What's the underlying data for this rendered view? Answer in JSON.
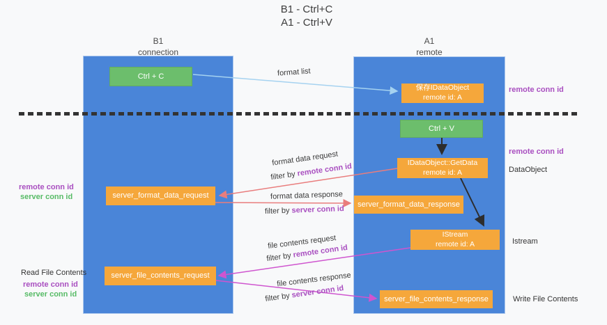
{
  "title": {
    "line1": "B1 - Ctrl+C",
    "line2": "A1 - Ctrl+V"
  },
  "columns": {
    "left": {
      "title": "B1",
      "subtitle": "connection"
    },
    "right": {
      "title": "A1",
      "subtitle": "remote"
    }
  },
  "nodes": {
    "ctrl_c": {
      "label": "Ctrl + C"
    },
    "ctrl_v": {
      "label": "Ctrl + V"
    },
    "save_dataobject": {
      "line1": "保存IDataObject",
      "line2": "remote id: A"
    },
    "getdata": {
      "line1": "IDataObject::GetData",
      "line2": "remote id: A"
    },
    "istream": {
      "line1": "IStream",
      "line2": "remote id: A"
    },
    "server_format_data_request": {
      "label": "server_format_data_request"
    },
    "server_format_data_response": {
      "label": "server_format_data_response"
    },
    "server_file_contents_request": {
      "label": "server_file_contents_request"
    },
    "server_file_contents_response": {
      "label": "server_file_contents_response"
    }
  },
  "edges": {
    "format_list": {
      "label": "format list"
    },
    "format_request": {
      "label": "format data request",
      "filter_prefix": "filter by ",
      "filter_key": "remote conn id"
    },
    "format_response": {
      "label": "format data response",
      "filter_prefix": "filter by ",
      "filter_key": "server conn id"
    },
    "file_request": {
      "label": "file contents request",
      "filter_prefix": "filter by ",
      "filter_key": "remote conn id"
    },
    "file_response": {
      "label": "file contents response",
      "filter_prefix": "filter by ",
      "filter_key": "server conn id"
    }
  },
  "side_labels": {
    "right": [
      {
        "text": "remote conn id"
      },
      {
        "text": "remote conn id"
      },
      {
        "text": "DataObject"
      },
      {
        "text": "Istream"
      },
      {
        "text": "Write File Contents"
      }
    ],
    "left": [
      {
        "text": "remote conn id"
      },
      {
        "text": "server conn id"
      },
      {
        "text": "Read File Contents"
      },
      {
        "text": "remote conn id"
      },
      {
        "text": "server conn id"
      }
    ]
  },
  "colors": {
    "background": "#f8f9fa",
    "lifeline_blue": "#4a85d8",
    "node_orange": "#f5a73b",
    "node_green": "#6cbe6c",
    "arrow_lightblue": "#a5d2f0",
    "arrow_red": "#e97d7d",
    "arrow_magenta": "#cf55cf",
    "arrow_black": "#2d2d2d",
    "text_purple": "#a94fc0",
    "text_green": "#57bb66",
    "dash_black": "#333333"
  }
}
